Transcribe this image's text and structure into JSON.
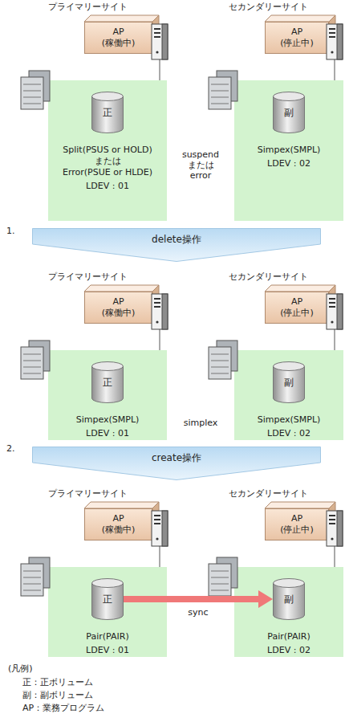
{
  "diagram": {
    "nodes": [
      {
        "text": [
          "AP",
          "(稼働中)"
        ]
      },
      {
        "text": [
          "AP",
          "(停止中)"
        ]
      },
      {
        "text": [
          "Split(PSUS or HOLD)",
          "または",
          "Error(PSUE or HLDE)",
          "LDEV : 01"
        ]
      },
      {
        "text": [
          "正"
        ],
        "in": 2
      },
      {
        "text": [
          "Simpex(SMPL)",
          "LDEV : 02"
        ]
      },
      {
        "text": [
          "副"
        ],
        "in": 4
      },
      {
        "text": [
          "delete操作"
        ]
      },
      {
        "text": [
          "AP",
          "(稼働中)"
        ]
      },
      {
        "text": [
          "AP",
          "(停止中)"
        ]
      },
      {
        "text": [
          "Simpex(SMPL)",
          "LDEV : 01"
        ]
      },
      {
        "text": [
          "正"
        ],
        "in": 9
      },
      {
        "text": [
          "Simpex(SMPL)",
          "LDEV : 02"
        ]
      },
      {
        "text": [
          "副"
        ],
        "in": 11
      },
      {
        "text": [
          "create操作"
        ]
      },
      {
        "text": [
          "AP",
          "(稼働中)"
        ]
      },
      {
        "text": [
          "AP",
          "(停止中)"
        ]
      },
      {
        "text": [
          "Pair(PAIR)",
          "LDEV : 01"
        ]
      },
      {
        "text": [
          "正"
        ],
        "in": 16
      },
      {
        "text": [
          "Pair(PAIR)",
          "LDEV : 02"
        ]
      },
      {
        "text": [
          "副"
        ],
        "in": 18
      }
    ],
    "edges": [
      {
        "from": 17,
        "to": 19,
        "arrow": "to",
        "label": "sync"
      }
    ],
    "labels": [
      "プライマリーサイト",
      "セカンダリーサイト",
      "suspend または error",
      "1.",
      "プライマリーサイト",
      "セカンダリーサイト",
      "simplex",
      "2.",
      "プライマリーサイト",
      "セカンダリーサイト",
      "(凡例)"
    ],
    "legend": [
      {
        "text": "正：正ボリューム"
      },
      {
        "text": "副：副ボリューム"
      },
      {
        "text": "AP：業務プログラム"
      }
    ]
  }
}
